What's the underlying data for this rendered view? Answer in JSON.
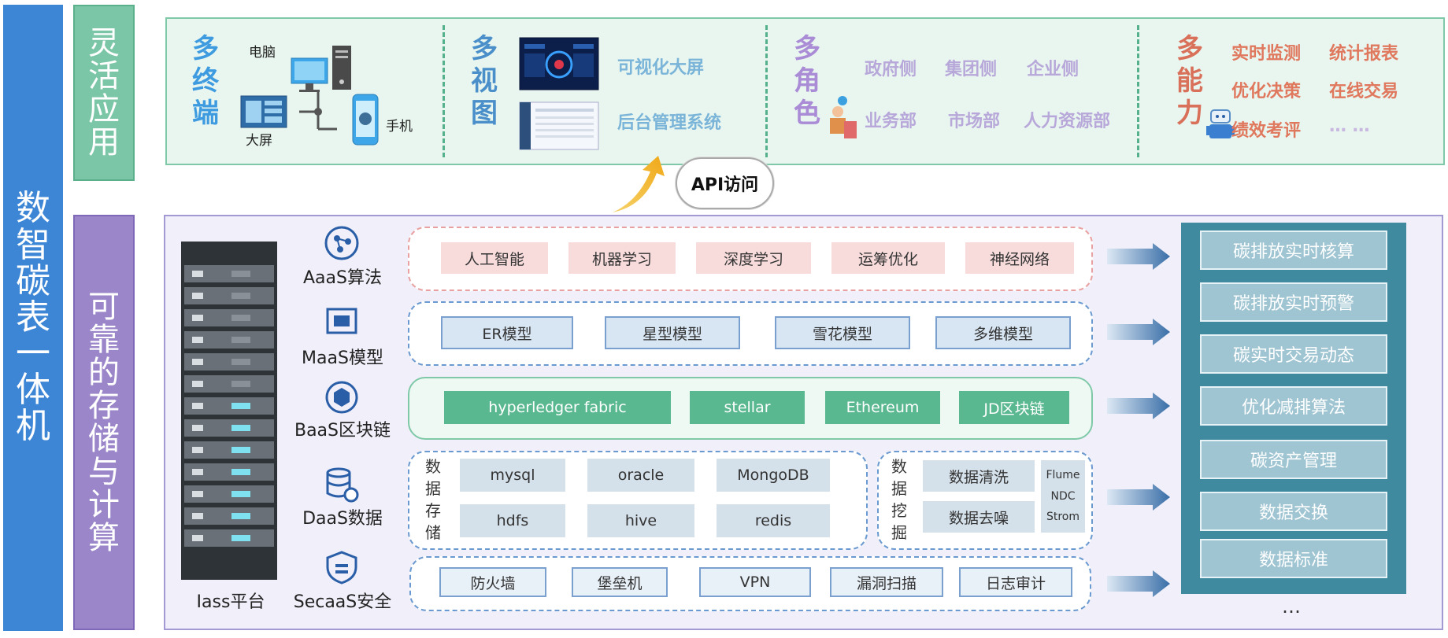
{
  "sidebar": {
    "title": [
      "数",
      "智",
      "碳",
      "表",
      "一",
      "体",
      "机"
    ],
    "apps": [
      "灵",
      "活",
      "应",
      "用"
    ],
    "storage": [
      "可",
      "靠",
      "的",
      "存",
      "储",
      "与",
      "计",
      "算"
    ]
  },
  "top": {
    "terminals": {
      "heading": [
        "多",
        "终",
        "端"
      ],
      "pc": "电脑",
      "screen": "大屏",
      "phone": "手机"
    },
    "views": {
      "heading": [
        "多",
        "视",
        "图"
      ],
      "item1": "可视化大屏",
      "item2": "后台管理系统"
    },
    "roles": {
      "heading": [
        "多",
        "角",
        "色"
      ],
      "r1": "政府侧",
      "r2": "集团侧",
      "r3": "企业侧",
      "r4": "业务部",
      "r5": "市场部",
      "r6": "人力资源部"
    },
    "abilities": {
      "heading": [
        "多",
        "能",
        "力"
      ],
      "a1": "实时监测",
      "a2": "统计报表",
      "a3": "优化决策",
      "a4": "在线交易",
      "a5": "绩效考评",
      "a6": "… …"
    }
  },
  "api": "API访问",
  "layers": {
    "iaas": "Iass平台",
    "aaas": {
      "label": "AaaS算法",
      "items": [
        "人工智能",
        "机器学习",
        "深度学习",
        "运筹优化",
        "神经网络"
      ]
    },
    "maas": {
      "label": "MaaS模型",
      "items": [
        "ER模型",
        "星型模型",
        "雪花模型",
        "多维模型"
      ]
    },
    "baas": {
      "label": "BaaS区块链",
      "items": [
        "hyperledger fabric",
        "stellar",
        "Ethereum",
        "JD区块链"
      ]
    },
    "daas": {
      "label": "DaaS数据",
      "storage_label": [
        "数",
        "据",
        "存",
        "储"
      ],
      "storage": [
        "mysql",
        "oracle",
        "MongoDB",
        "hdfs",
        "hive",
        "redis"
      ],
      "mining_label": [
        "数",
        "据",
        "挖",
        "掘"
      ],
      "mining": [
        "数据清洗",
        "数据去噪"
      ],
      "tools": [
        "Flume",
        "NDC",
        "Strom"
      ]
    },
    "secaas": {
      "label": "SecaaS安全",
      "items": [
        "防火墙",
        "堡垒机",
        "VPN",
        "漏洞扫描",
        "日志审计"
      ]
    }
  },
  "outputs": [
    "碳排放实时核算",
    "碳排放实时预警",
    "碳实时交易动态",
    "优化减排算法",
    "碳资产管理",
    "数据交换",
    "数据标准"
  ],
  "outputs_more": "…",
  "colors": {
    "title_bar": "#3d86d6",
    "apps_bar": "#7bc6a6",
    "storage_bar": "#9a86c9",
    "output_bg": "#3f8a9e"
  }
}
